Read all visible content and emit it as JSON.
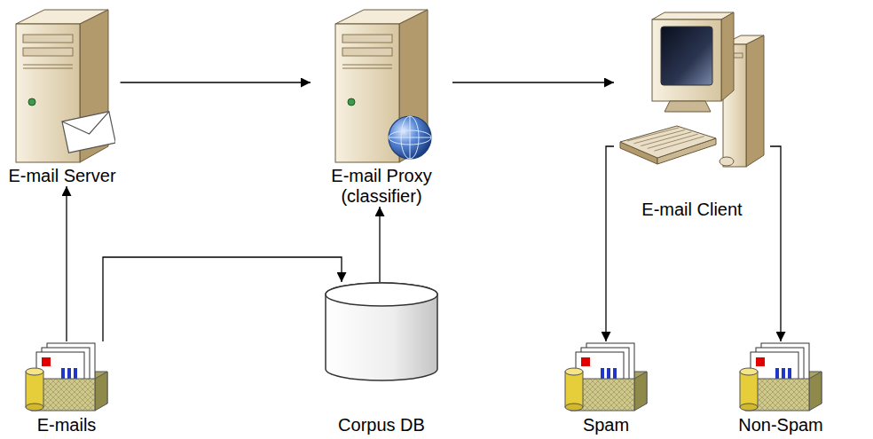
{
  "diagram": {
    "nodes": [
      {
        "text": [
          "E-mail Server"
        ]
      },
      {
        "text": [
          "E-mail Proxy (classifier)"
        ]
      },
      {
        "text": [
          "E-mail Client"
        ]
      },
      {
        "text": [
          "E-mails"
        ]
      },
      {
        "text": [
          "Corpus DB"
        ]
      },
      {
        "text": [
          "Spam"
        ]
      },
      {
        "text": [
          "Non-Spam"
        ]
      }
    ],
    "edges": [
      {
        "from": 0,
        "to": 1,
        "arrow": "to"
      },
      {
        "from": 1,
        "to": 2,
        "arrow": "to"
      },
      {
        "from": 3,
        "to": 0,
        "arrow": "to"
      },
      {
        "from": 3,
        "to": 4,
        "arrow": "to"
      },
      {
        "from": 4,
        "to": 1,
        "arrow": "to"
      },
      {
        "from": 2,
        "to": 5,
        "arrow": "to"
      },
      {
        "from": 2,
        "to": 6,
        "arrow": "to"
      }
    ]
  }
}
